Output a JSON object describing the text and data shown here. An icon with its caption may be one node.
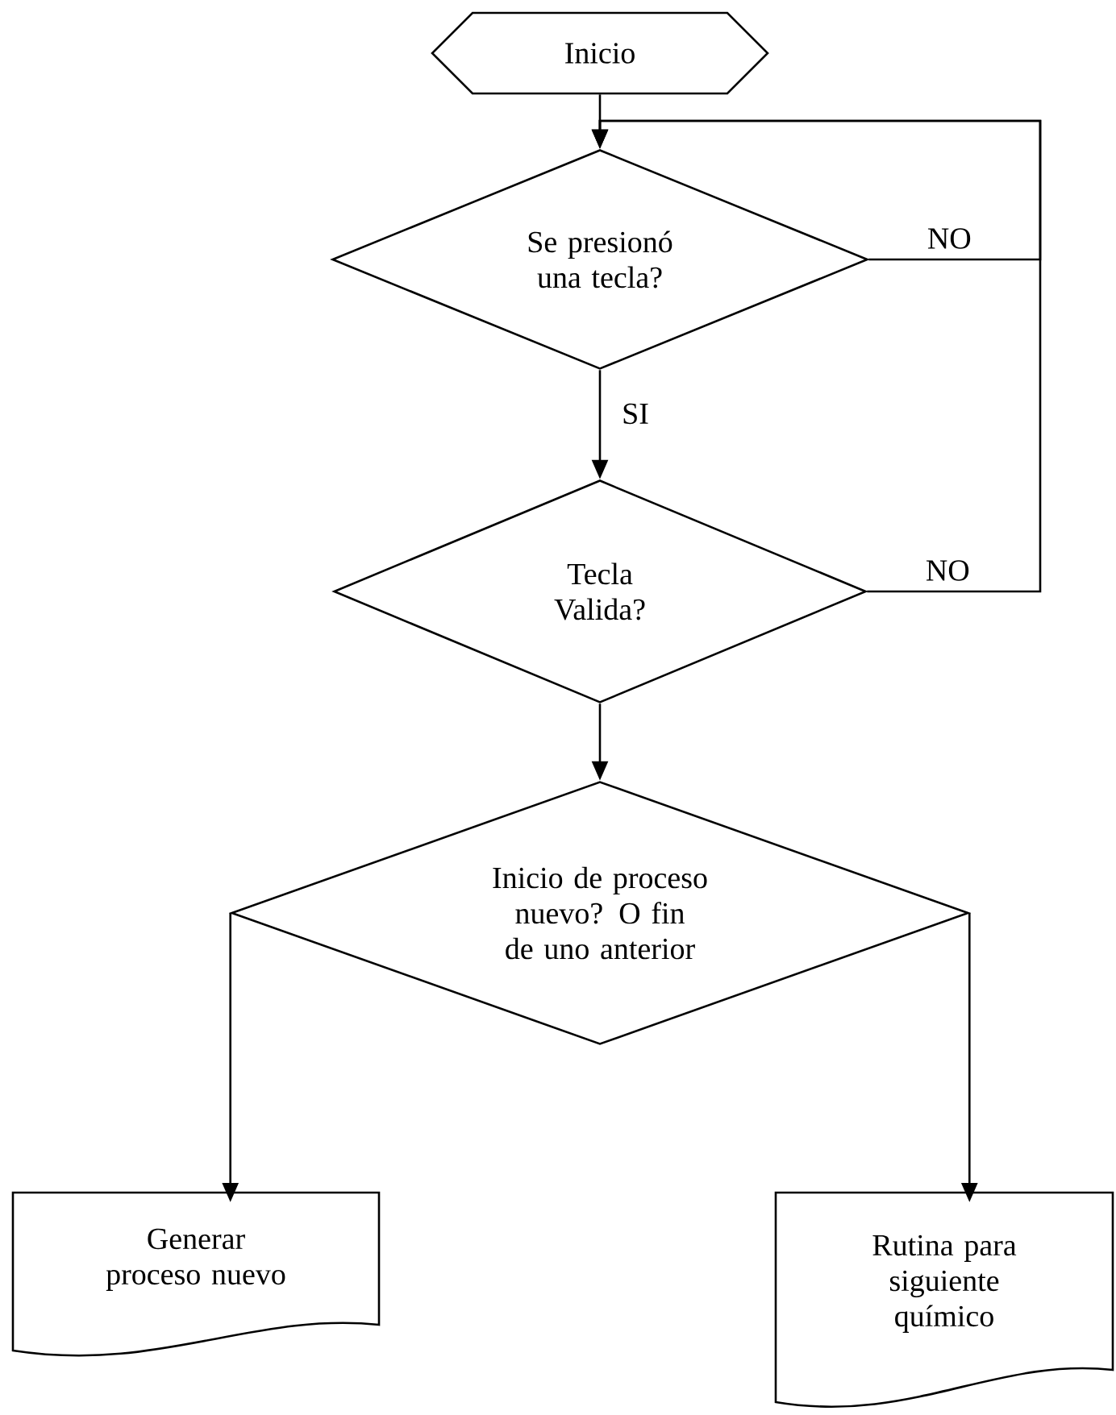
{
  "diagram": {
    "nodes": [
      {
        "text": [
          "Inicio"
        ]
      },
      {
        "text": [
          "Se presionó una tecla?"
        ]
      },
      {
        "text": [
          "Tecla Valida?"
        ]
      },
      {
        "text": [
          "Inicio de proceso nuevo? O fin de uno anterior"
        ]
      },
      {
        "text": [
          "Generar proceso nuevo"
        ]
      },
      {
        "text": [
          "Rutina para siguiente químico"
        ]
      }
    ],
    "edges": [
      {
        "from": 0,
        "to": 1,
        "arrow": "to"
      },
      {
        "from": 1,
        "to": 1,
        "arrow": "to",
        "label": "NO"
      },
      {
        "from": 2,
        "to": 1,
        "arrow": "to",
        "label": "NO"
      },
      {
        "from": 1,
        "to": 2,
        "arrow": "to",
        "label": "SI"
      },
      {
        "from": 2,
        "to": 3,
        "arrow": "to"
      },
      {
        "from": 3,
        "to": 4,
        "arrow": "to"
      },
      {
        "from": 3,
        "to": 5,
        "arrow": "to"
      }
    ]
  }
}
